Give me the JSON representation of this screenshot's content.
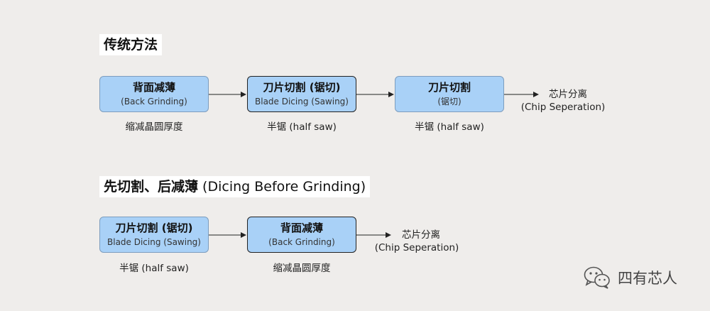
{
  "traditional": {
    "title": "传统方法",
    "steps": [
      {
        "zh": "背面减薄",
        "en": "(Back Grinding)",
        "caption": "缩减晶圆厚度"
      },
      {
        "zh": "刀片切割 (锯切)",
        "en": "Blade Dicing (Sawing)",
        "caption": "半锯 (half saw)"
      },
      {
        "zh": "刀片切割",
        "en": "(锯切)",
        "caption": "半锯 (half saw)"
      }
    ],
    "end": {
      "zh": "芯片分离",
      "en": "(Chip Seperation)"
    }
  },
  "dbg": {
    "title_zh": "先切割、后减薄",
    "title_en": " (Dicing Before Grinding)",
    "steps": [
      {
        "zh": "刀片切割 (锯切)",
        "en": "Blade Dicing (Sawing)",
        "caption": "半锯 (half saw)"
      },
      {
        "zh": "背面减薄",
        "en": "(Back Grinding)",
        "caption": "缩减晶圆厚度"
      }
    ],
    "end": {
      "zh": "芯片分离",
      "en": "(Chip Seperation)"
    }
  },
  "watermark": {
    "text": "四有芯人",
    "icon": "wechat-icon"
  }
}
